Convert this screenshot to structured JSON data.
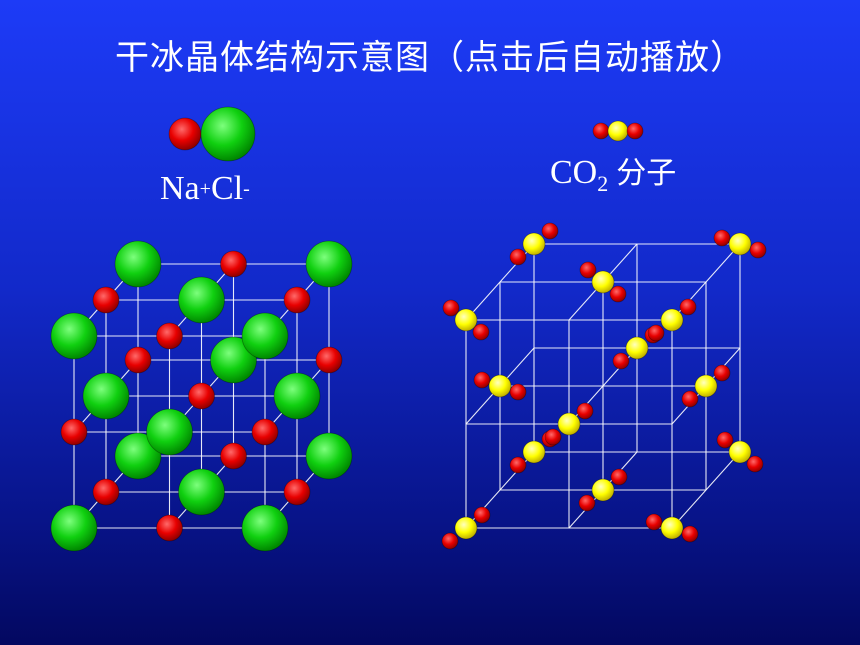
{
  "title": "干冰晶体结构示意图（点击后自动播放）",
  "legend": {
    "nacl": {
      "na": "Na",
      "plus": "+",
      "cl": "Cl",
      "minus": "-"
    },
    "co2": {
      "formula": "CO",
      "subscript": "2",
      "molecule": "分子"
    }
  },
  "colors": {
    "sodium_ion": "#e00000",
    "chloride_ion": "#00d200",
    "carbon": "#ffff00",
    "oxygen": "#ff0000",
    "lattice_line": "#ffffff"
  }
}
